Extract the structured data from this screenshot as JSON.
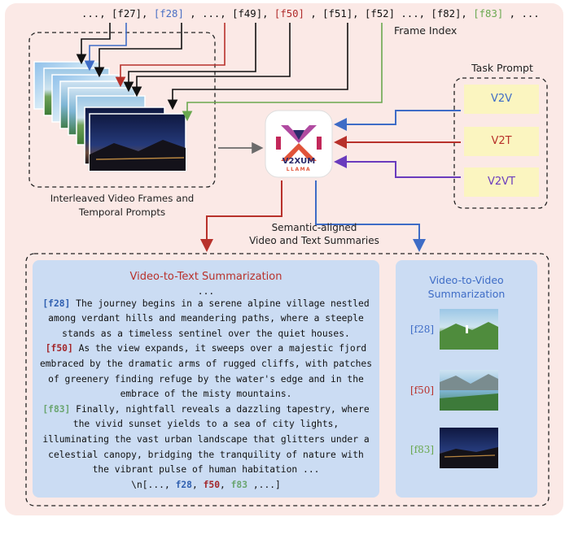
{
  "frame_index": {
    "seq": [
      {
        "text": "..., [f27],",
        "color": "#111111"
      },
      {
        "text": "[f28]",
        "color": "#4a6fc4"
      },
      {
        "text": ", ..., [f49],",
        "color": "#111111"
      },
      {
        "text": "[f50]",
        "color": "#b02a2a"
      },
      {
        "text": ", [f51], [f52] ..., [f82],",
        "color": "#111111"
      },
      {
        "text": "[f83]",
        "color": "#6aa84f"
      },
      {
        "text": ", ...",
        "color": "#111111"
      }
    ],
    "label": "Frame Index"
  },
  "frames_caption": [
    "Interleaved Video Frames and",
    "Temporal Prompts"
  ],
  "task_prompt": {
    "title": "Task Prompt",
    "items": [
      "V2V",
      "V2T",
      "V2VT"
    ]
  },
  "logo": {
    "name": "V2XUM",
    "sub": "LLAMA"
  },
  "summaries_caption": [
    "Semantic-aligned",
    "Video and Text Summaries"
  ],
  "v2t": {
    "title": "Video-to-Text Summarization",
    "ellipsis": "...",
    "paragraphs": [
      {
        "tag": "[f28]",
        "text": " The journey begins in a serene alpine village nestled among verdant hills and meandering paths, where a steeple stands as a timeless sentinel over the quiet houses."
      },
      {
        "tag": "[f50]",
        "text": " As the view expands, it sweeps over a majestic fjord embraced by the dramatic arms of rugged cliffs, with patches of greenery finding refuge by the water's edge and in the embrace of the misty mountains."
      },
      {
        "tag": "[f83]",
        "text": " Finally, nightfall reveals a dazzling tapestry, where the vivid sunset yields to a sea of city lights, illuminating the vast urban landscape that glitters under a celestial canopy, bridging the tranquility of nature with the vibrant pulse of human habitation ..."
      }
    ],
    "footer": {
      "prefix": "\\n[...,",
      "t1": "f28",
      "t2": "f50",
      "t3": "f83",
      "suffix": ",...]",
      "sep": ","
    }
  },
  "v2v": {
    "title": [
      "Video-to-Video",
      "Summarization"
    ],
    "items": [
      "[f28]",
      "[f50]",
      "[f83]"
    ]
  },
  "colors": {
    "blue": "#3e6cc6",
    "red": "#b8312b",
    "green": "#6aa84f",
    "purple": "#6a3bbd",
    "bg": "#fbe9e6",
    "panel": "#cbdcf3",
    "prompt": "#fbf5c0"
  }
}
